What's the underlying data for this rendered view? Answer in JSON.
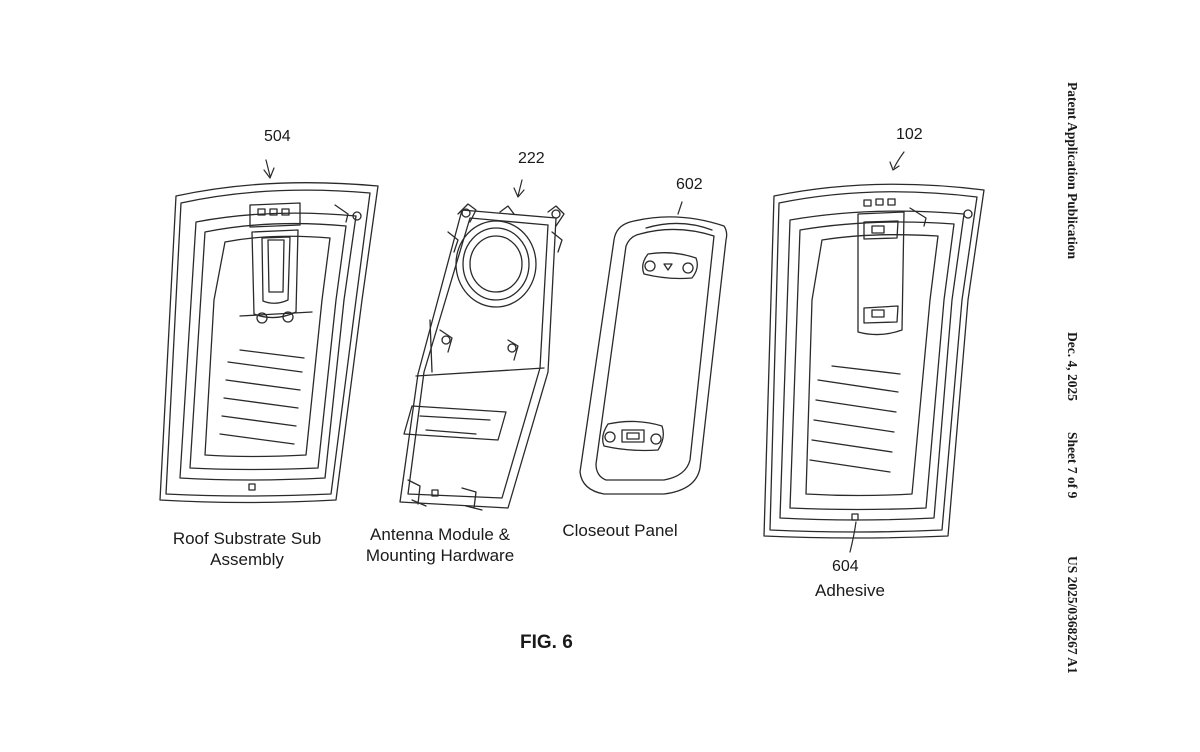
{
  "header": {
    "publication": "Patent Application Publication",
    "date": "Dec. 4, 2025",
    "sheet": "Sheet 7 of 9",
    "number": "US 2025/0368267 A1"
  },
  "figure": {
    "label": "FIG. 6",
    "components": [
      {
        "ref": "504",
        "caption_line1": "Roof Substrate Sub",
        "caption_line2": "Assembly"
      },
      {
        "ref": "222",
        "caption_line1": "Antenna Module &",
        "caption_line2": "Mounting Hardware"
      },
      {
        "ref": "602",
        "caption_line1": "Closeout Panel",
        "caption_line2": ""
      },
      {
        "ref": "102",
        "caption_line1": "",
        "caption_line2": ""
      }
    ],
    "adhesive": {
      "ref": "604",
      "caption": "Adhesive"
    }
  },
  "icons": [
    "roof-substrate-drawing",
    "antenna-module-drawing",
    "closeout-panel-drawing",
    "assembled-roof-drawing"
  ]
}
